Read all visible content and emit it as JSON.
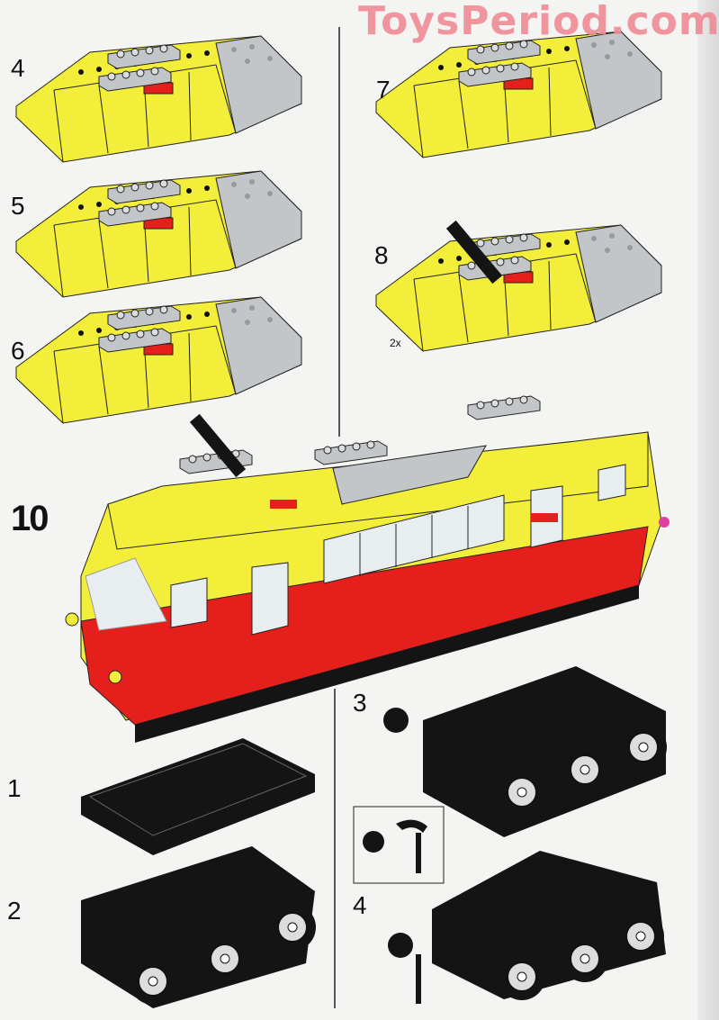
{
  "watermark": "ToysPeriod.com",
  "steps": {
    "roof": [
      "4",
      "5",
      "6",
      "7",
      "8"
    ],
    "multiplier": "2x",
    "main": "10",
    "chassis": [
      "1",
      "2",
      "3",
      "4"
    ]
  },
  "colors": {
    "yellow": "#f2ee3a",
    "red": "#e5201c",
    "grey": "#c3c6c8",
    "black": "#141414"
  }
}
